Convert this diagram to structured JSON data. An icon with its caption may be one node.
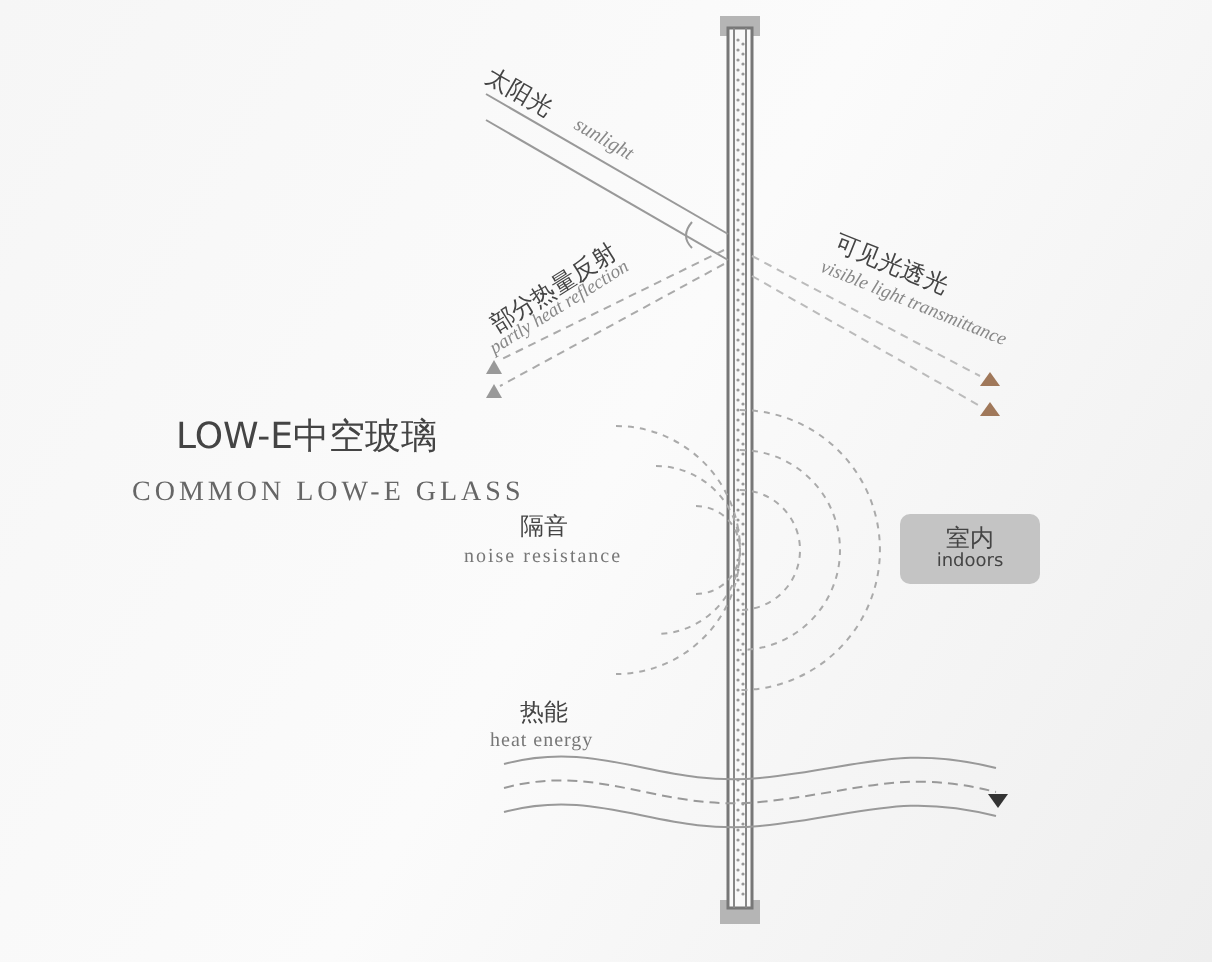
{
  "diagram": {
    "title": "LOW-E中空玻璃",
    "nodes": [
      {
        "text": [
          "室内",
          "indoors"
        ]
      }
    ],
    "labels": [
      "COMMON LOW-E GLASS",
      "太阳光",
      "sunlight",
      "部分热量反射",
      "partly heat reflection",
      "可见光透光",
      "visible light transmittance",
      "隔音",
      "noise resistance",
      "热能",
      "heat energy"
    ]
  }
}
